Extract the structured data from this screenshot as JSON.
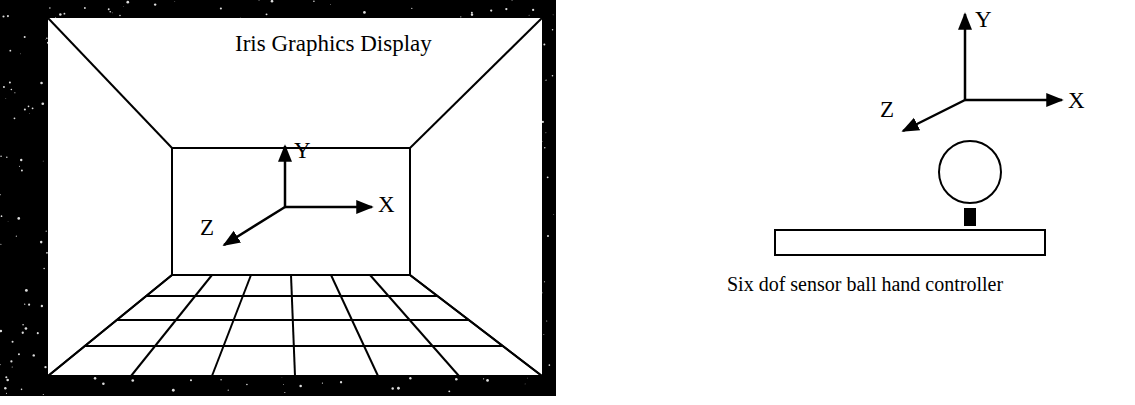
{
  "diagram": {
    "nodes": [
      {
        "text": [
          "Iris Graphics Display"
        ]
      }
    ],
    "labels": [
      "Y",
      "X",
      "Z",
      "Y",
      "X",
      "Z",
      "Six dof sensor ball hand controller"
    ]
  }
}
